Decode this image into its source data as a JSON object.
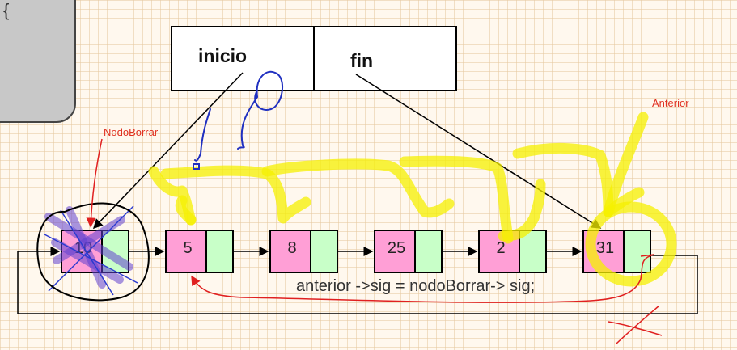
{
  "header": {
    "inicio_label": "inicio",
    "fin_label": "fin"
  },
  "corner_text": "{",
  "annotations": {
    "nodo_borrar": "NodoBorrar",
    "anterior": "Anterior"
  },
  "statement": "anterior ->sig = nodoBorrar-> sig;",
  "nodes": [
    "10",
    "5",
    "8",
    "25",
    "2",
    "31"
  ],
  "colors": {
    "node_value": "#ff9fd6",
    "node_pointer": "#c8ffc8",
    "highlighter": "#f5f000",
    "ink_red": "#e02020",
    "ink_blue": "#2030c0"
  }
}
